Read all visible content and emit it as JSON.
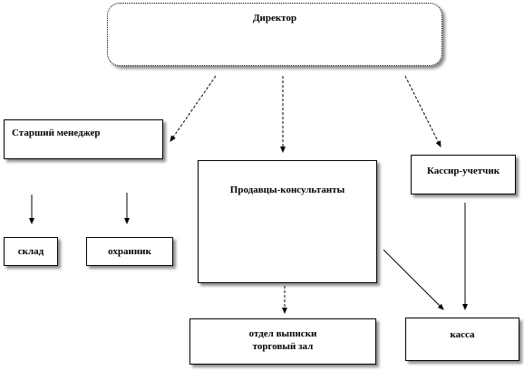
{
  "nodes": {
    "director": "Директор",
    "senior_manager": "Старший менеджер",
    "sales_consultants": "Продавцы-консультанты",
    "cashier_accountant": "Кассир-учетчик",
    "warehouse": "склад",
    "guard": "охранник",
    "dispatch_department_line1": "отдел выписки",
    "dispatch_department_line2": "торговый зал",
    "cash_desk": "касса"
  }
}
